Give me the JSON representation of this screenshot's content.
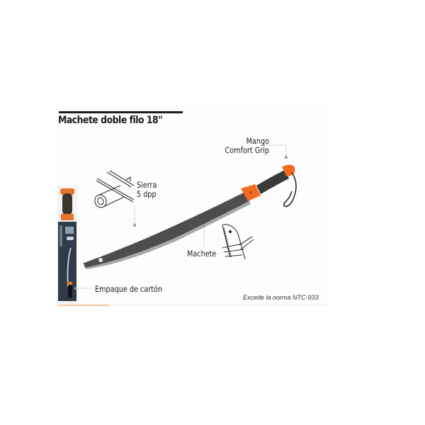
{
  "product": {
    "title": "Machete doble filo 18\"",
    "note": "Excede la norma NTC-933"
  },
  "callouts": {
    "handle": {
      "line1": "Mango",
      "line2": "Comfort Grip"
    },
    "saw": {
      "line1": "Sierra",
      "line2": "5 dpp"
    },
    "machete": {
      "label": "Machete"
    },
    "packaging": {
      "label": "Empaque de cartón"
    }
  },
  "colors": {
    "accent": "#f26a21",
    "blade": "#4a4a4a",
    "handle": "#3a3a3a",
    "text": "#1c1c1c",
    "callout_line": "#9a9a9a"
  }
}
